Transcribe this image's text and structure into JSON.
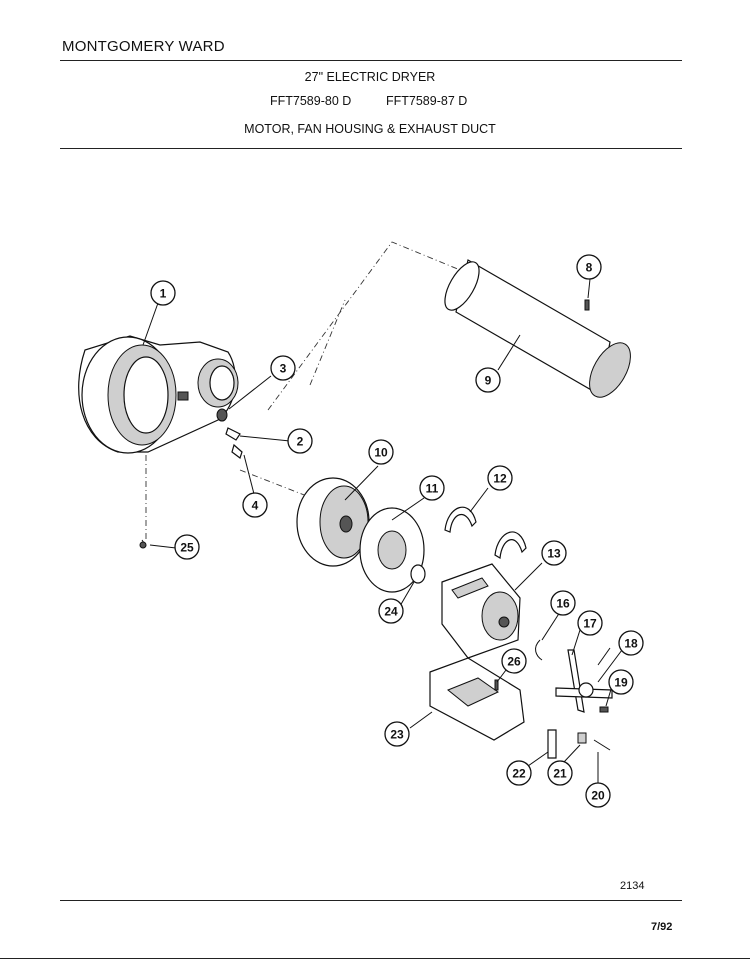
{
  "header": {
    "brand": "MONTGOMERY WARD",
    "product": "27\" ELECTRIC DRYER",
    "model_1": "FFT7589-80 D",
    "model_2": "FFT7589-87 D",
    "section_title": "MOTOR, FAN HOUSING & EXHAUST DUCT"
  },
  "callouts": [
    {
      "id": "1",
      "label": "1"
    },
    {
      "id": "2",
      "label": "2"
    },
    {
      "id": "3",
      "label": "3"
    },
    {
      "id": "4",
      "label": "4"
    },
    {
      "id": "8",
      "label": "8"
    },
    {
      "id": "9",
      "label": "9"
    },
    {
      "id": "10",
      "label": "10"
    },
    {
      "id": "11",
      "label": "11"
    },
    {
      "id": "12",
      "label": "12"
    },
    {
      "id": "13",
      "label": "13"
    },
    {
      "id": "16",
      "label": "16"
    },
    {
      "id": "17",
      "label": "17"
    },
    {
      "id": "18",
      "label": "18"
    },
    {
      "id": "19",
      "label": "19"
    },
    {
      "id": "20",
      "label": "20"
    },
    {
      "id": "21",
      "label": "21"
    },
    {
      "id": "22",
      "label": "22"
    },
    {
      "id": "23",
      "label": "23"
    },
    {
      "id": "24",
      "label": "24"
    },
    {
      "id": "25",
      "label": "25"
    },
    {
      "id": "26",
      "label": "26"
    }
  ],
  "footer": {
    "figure_number": "2134",
    "date": "7/92"
  }
}
